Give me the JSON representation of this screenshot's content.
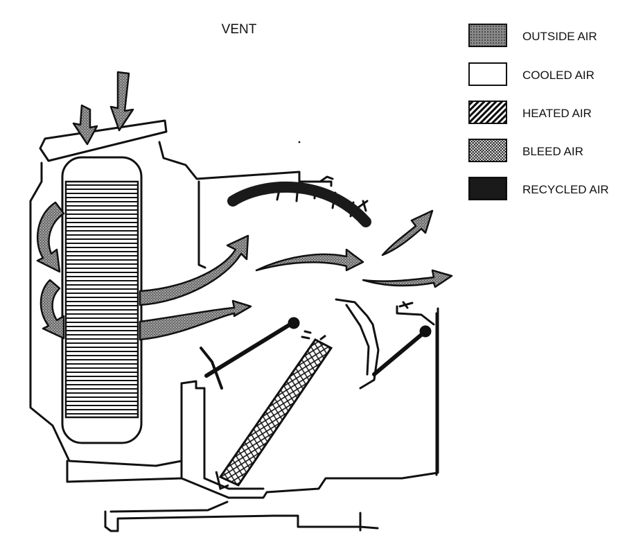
{
  "diagram": {
    "title": "VENT"
  },
  "legend": {
    "items": [
      {
        "label": "OUTSIDE AIR",
        "pattern": "outside"
      },
      {
        "label": "COOLED AIR",
        "pattern": "cooled"
      },
      {
        "label": "HEATED AIR",
        "pattern": "heated"
      },
      {
        "label": "BLEED AIR",
        "pattern": "bleed"
      },
      {
        "label": "RECYCLED AIR",
        "pattern": "recycled"
      }
    ]
  },
  "colors": {
    "line": "#111111",
    "outside_air": "#8a8a8a",
    "recycled_air": "#1a1a1a",
    "background": "#ffffff"
  }
}
